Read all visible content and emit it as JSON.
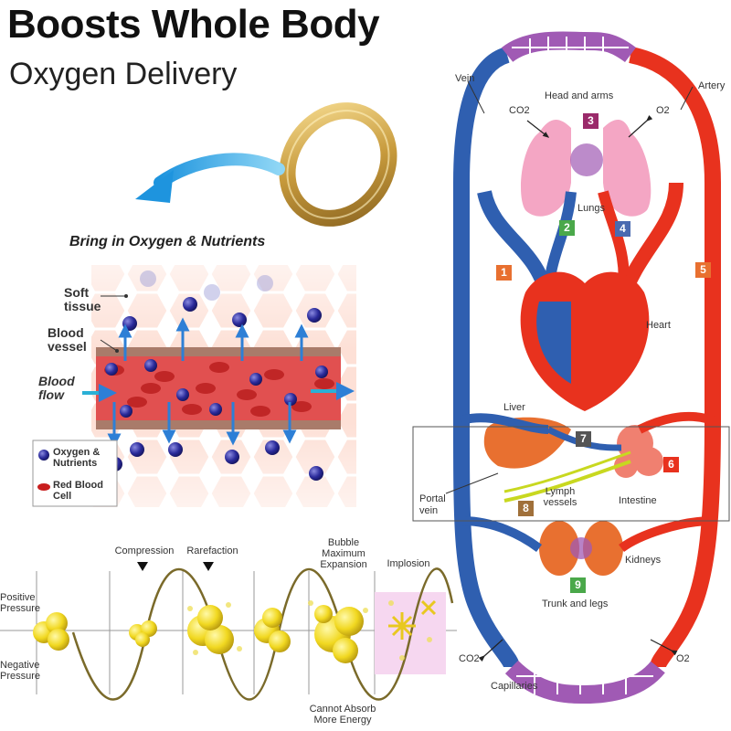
{
  "header": {
    "title": "Boosts Whole Body",
    "subtitle": "Oxygen Delivery"
  },
  "tissue_panel": {
    "caption": "Bring in Oxygen & Nutrients",
    "labels": {
      "soft_tissue": "Soft tissue",
      "blood_vessel": "Blood vessel",
      "blood_flow": "Blood flow"
    },
    "legend": [
      {
        "label": "Oxygen & Nutrients",
        "color": "#2a2a9a"
      },
      {
        "label": "Red Blood Cell",
        "color": "#c81e1e"
      }
    ]
  },
  "cavitation_panel": {
    "left_labels": {
      "positive": "Positive Pressure",
      "negative": "Negative Pressure"
    },
    "phases": [
      "Compression",
      "Rarefaction",
      "Bubble Maximum Expansion",
      "Implosion"
    ],
    "bottom_label": "Cannot Absorb More Energy"
  },
  "circulation": {
    "labels": {
      "vein": "Vein",
      "artery": "Artery",
      "head_arms": "Head and arms",
      "co2_top": "CO2",
      "o2_top": "O2",
      "lungs": "Lungs",
      "heart": "Heart",
      "liver": "Liver",
      "lymph": "Lymph vessels",
      "intestine": "Intestine",
      "portal": "Portal vein",
      "kidneys": "Kidneys",
      "trunk": "Trunk and legs",
      "co2_bottom": "CO2",
      "o2_bottom": "O2",
      "capillaries": "Capillaries"
    },
    "numbers": [
      "1",
      "2",
      "3",
      "4",
      "5",
      "6",
      "7",
      "8",
      "9"
    ],
    "colors": {
      "artery": "#e8321e",
      "vein": "#2f5fb0",
      "capillary": "#a05ab4"
    }
  }
}
